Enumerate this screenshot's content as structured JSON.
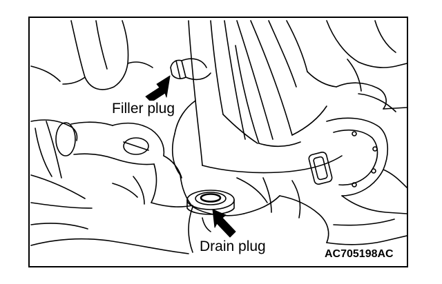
{
  "labels": {
    "filler_plug": "Filler plug",
    "drain_plug": "Drain plug",
    "figure_code": "AC705198AC"
  },
  "colors": {
    "line": "#000000",
    "background": "#ffffff"
  }
}
